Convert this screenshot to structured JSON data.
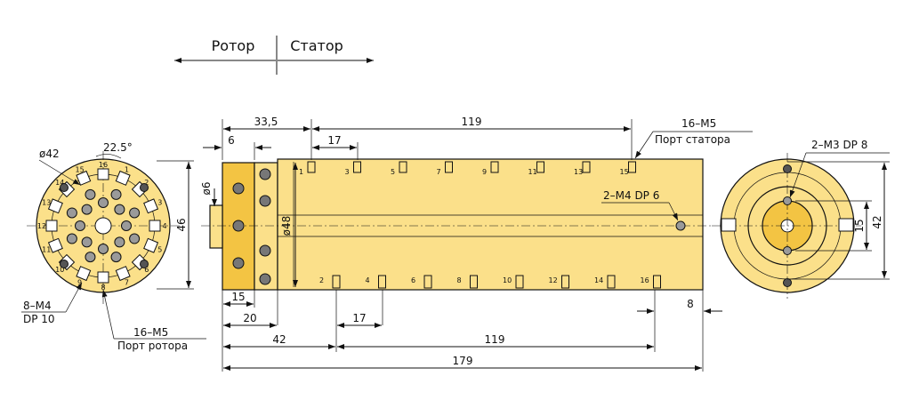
{
  "colors": {
    "body": "#fbe08a",
    "body_dark": "#f3c443",
    "ink": "#111111",
    "hole": "#9a9a9a"
  },
  "header": {
    "rotor": "Ротор",
    "stator": "Статор"
  },
  "dims": {
    "d42": "ø42",
    "angle": "22.5°",
    "d46": "46",
    "d6": "ø6",
    "w6": "6",
    "d335": "33,5",
    "d119_top": "119",
    "d17_top": "17",
    "d48": "ø48",
    "d15": "15",
    "d20": "20",
    "d42_bot": "42",
    "d17_bot": "17",
    "d119_bot": "119",
    "d179": "179",
    "d8": "8",
    "d15_right": "15",
    "d42_right": "42"
  },
  "labels": {
    "m5_top_a": "16–M5",
    "m5_top_b": "Порт статора",
    "m4_dp6": "2–M4 DP 6",
    "m3_dp8": "2–M3 DP 8",
    "m4_dp10_a": "8–M4",
    "m4_dp10_b": "DP 10",
    "m5_bot_a": "16–M5",
    "m5_bot_b": "Порт ротора"
  },
  "ports_top": [
    "1",
    "3",
    "5",
    "7",
    "9",
    "11",
    "13",
    "15"
  ],
  "ports_bottom": [
    "2",
    "4",
    "6",
    "8",
    "10",
    "12",
    "14",
    "16"
  ],
  "left_view_numbers": [
    "1",
    "2",
    "3",
    "4",
    "5",
    "6",
    "7",
    "8",
    "9",
    "10",
    "11",
    "12",
    "13",
    "14",
    "15",
    "16"
  ]
}
